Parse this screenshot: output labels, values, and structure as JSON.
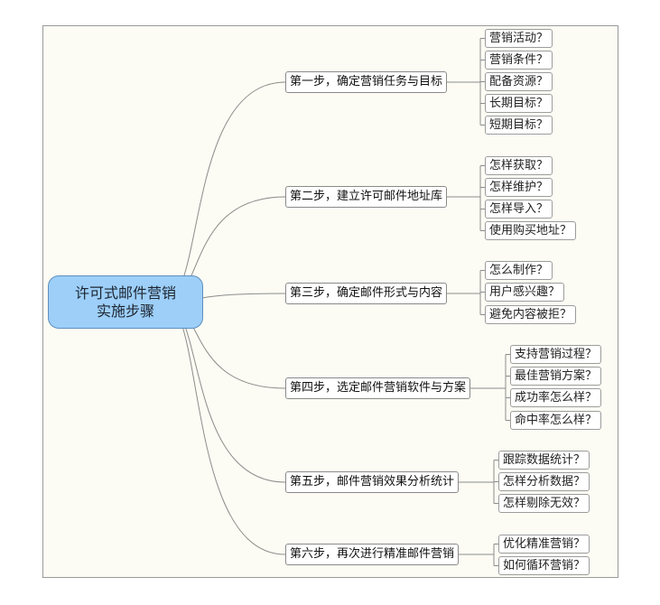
{
  "root": {
    "line1": "许可式邮件营销",
    "line2": "实施步骤"
  },
  "steps": [
    {
      "label": "第一步，确定营销任务与目标",
      "children": [
        "营销活动？",
        "营销条件？",
        "配备资源？",
        "长期目标？",
        "短期目标？"
      ]
    },
    {
      "label": "第二步，建立许可邮件地址库",
      "children": [
        "怎样获取？",
        "怎样维护？",
        "怎样导入？",
        "使用购买地址？"
      ]
    },
    {
      "label": "第三步，确定邮件形式与内容",
      "children": [
        "怎么制作？",
        "用户感兴趣？",
        "避免内容被拒？"
      ]
    },
    {
      "label": "第四步，选定邮件营销软件与方案",
      "children": [
        "支持营销过程？",
        "最佳营销方案？",
        "成功率怎么样？",
        "命中率怎么样？"
      ]
    },
    {
      "label": "第五步，邮件营销效果分析统计",
      "children": [
        "跟踪数据统计？",
        "怎样分析数据？",
        "怎样剔除无效？"
      ]
    },
    {
      "label": "第六步，再次进行精准邮件营销",
      "children": [
        "优化精准营销？",
        "如何循环营销？"
      ]
    }
  ],
  "colors": {
    "root_fill": "#9dcff9",
    "root_border": "#5d8fbd",
    "line": "#8c8c8c",
    "node_border": "#8a8a8a",
    "background": "#fcfcf4"
  }
}
